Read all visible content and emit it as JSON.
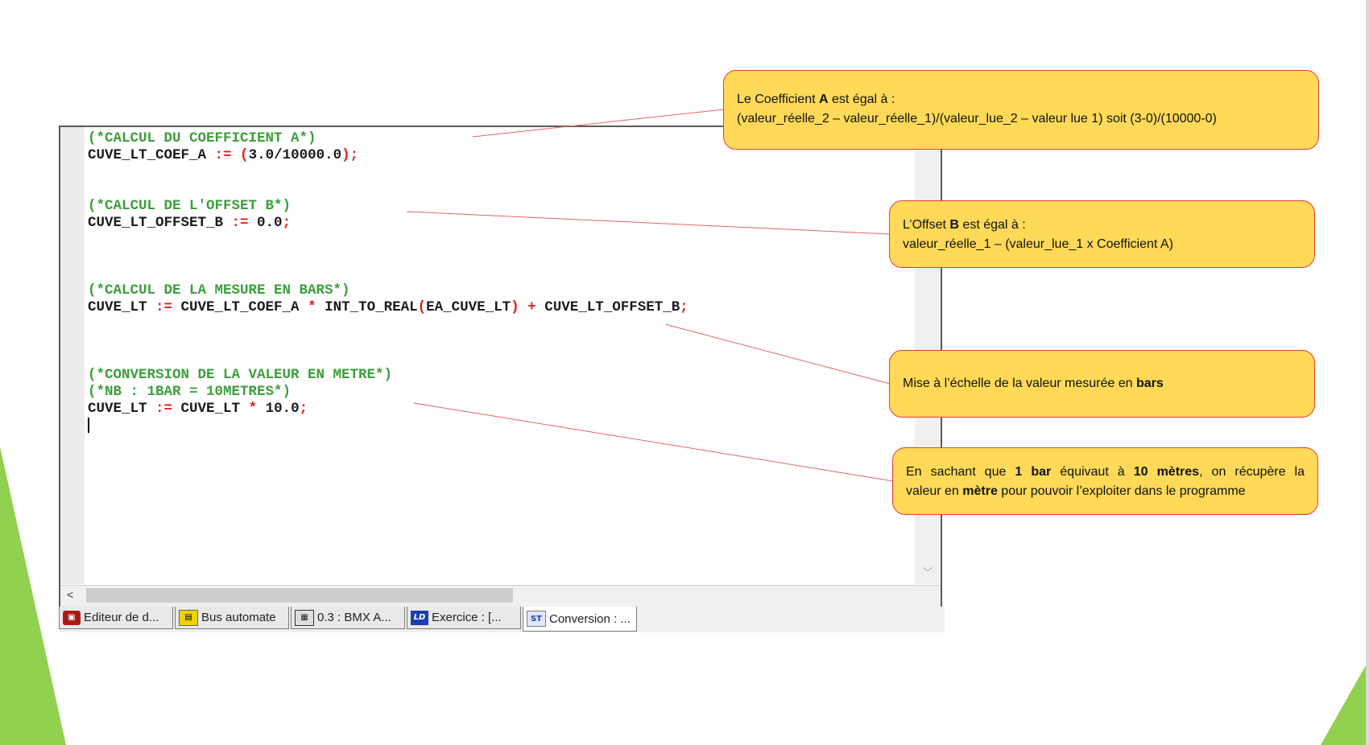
{
  "code": {
    "lines": [
      {
        "type": "comment",
        "text": "(*CALCUL DU COEFFICIENT A*)"
      },
      {
        "type": "code",
        "var": "CUVE_LT_COEF_A",
        "assign": " := ",
        "paren_open": "(",
        "expr": "3.0/10000.0",
        "paren_close": ")",
        "end": ";"
      },
      {
        "type": "blank"
      },
      {
        "type": "blank"
      },
      {
        "type": "comment",
        "text": "(*CALCUL DE L'OFFSET B*)"
      },
      {
        "type": "code",
        "var": "CUVE_LT_OFFSET_B",
        "assign": " := ",
        "expr": "0.0",
        "end": ";"
      },
      {
        "type": "blank"
      },
      {
        "type": "blank"
      },
      {
        "type": "blank"
      },
      {
        "type": "comment",
        "text": "(*CALCUL DE LA MESURE EN BARS*)"
      },
      {
        "type": "code",
        "var": "CUVE_LT",
        "assign": " := ",
        "expr": "CUVE_LT_COEF_A",
        "op1": " * ",
        "fn": "INT_TO_REAL",
        "paren_open": "(",
        "arg": "EA_CUVE_LT",
        "paren_close": ")",
        "op2": " + ",
        "expr2": "CUVE_LT_OFFSET_B",
        "end": ";"
      },
      {
        "type": "blank"
      },
      {
        "type": "blank"
      },
      {
        "type": "blank"
      },
      {
        "type": "comment",
        "text": "(*CONVERSION DE LA VALEUR EN METRE*)"
      },
      {
        "type": "comment",
        "text": "(*NB : 1BAR = 10METRES*)"
      },
      {
        "type": "code",
        "var": "CUVE_LT",
        "assign": " := ",
        "expr": "CUVE_LT",
        "op1": " * ",
        "expr2": "10.0",
        "end": ";"
      },
      {
        "type": "cursor"
      }
    ]
  },
  "tabs": [
    {
      "icon": "editor-icon",
      "icon_text": "▣",
      "label": "Editeur de d...",
      "active": false
    },
    {
      "icon": "bus-icon",
      "icon_text": "▤",
      "label": "Bus automate",
      "active": false
    },
    {
      "icon": "module-icon",
      "icon_text": "▦",
      "label": "0.3 : BMX A...",
      "active": false
    },
    {
      "icon": "ld-icon",
      "icon_text": "LD",
      "label": "Exercice : [...",
      "active": false
    },
    {
      "icon": "st-icon",
      "icon_text": "ST",
      "label": "Conversion : ...",
      "active": true
    }
  ],
  "callouts": {
    "coef": {
      "line1_prefix": "Le Coefficient ",
      "line1_bold": "A",
      "line1_suffix": " est égal à :",
      "line2": "(valeur_réelle_2 – valeur_réelle_1)/(valeur_lue_2 – valeur lue 1) soit (3-0)/(10000-0)"
    },
    "offset": {
      "line1_prefix": "L’Offset ",
      "line1_bold": "B",
      "line1_suffix": " est égal à :",
      "line2": "valeur_réelle_1 – (valeur_lue_1 x Coefficient A)"
    },
    "scale": {
      "prefix": "Mise à l’échelle de la valeur mesurée en ",
      "bold": "bars"
    },
    "meter": {
      "t1": "En sachant que ",
      "b1": "1 bar",
      "t2": " équivaut à ",
      "b2": "10 mètres",
      "t3": ", on récupère la",
      "t4": "valeur en ",
      "b3": "mètre",
      "t5": " pour pouvoir l’exploiter dans le programme"
    }
  },
  "colors": {
    "comment": "#3c9e3c",
    "operator": "#e01e1e",
    "callout_fill": "#ffd957",
    "callout_border": "#e43c3c",
    "slide_triangle": "#92d050"
  }
}
